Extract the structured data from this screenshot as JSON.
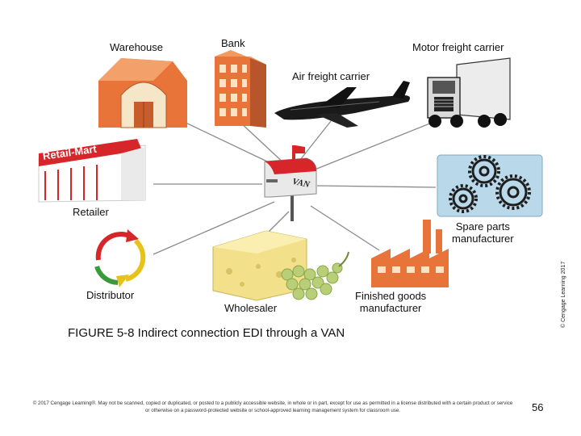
{
  "nodes": {
    "warehouse": "Warehouse",
    "bank": "Bank",
    "motor_freight": "Motor freight carrier",
    "air_freight": "Air freight carrier",
    "retailer": "Retailer",
    "retailer_sign": "Retail-Mart",
    "spare_parts_line1": "Spare parts",
    "spare_parts_line2": "manufacturer",
    "distributor": "Distributor",
    "wholesaler": "Wholesaler",
    "finished_goods_line1": "Finished goods",
    "finished_goods_line2": "manufacturer",
    "van_label": "VAN"
  },
  "caption": "FIGURE 5-8 Indirect connection EDI through a VAN",
  "side_credit": "© Cengage Learning 2017",
  "copyright": "© 2017 Cengage Learning®. May not be scanned, copied or duplicated, or posted to a publicly accessible website, in whole or in part, except for use as permitted in a license distributed with a certain product or service or otherwise on a password-protected website or school-approved learning management system for classroom use.",
  "page_number": "56",
  "colors": {
    "orange": "#e8743a",
    "red": "#d7262a",
    "cheese": "#f2e08a",
    "grape": "#b8cf78",
    "gear_bg": "#b9d9ea",
    "line": "#888888"
  }
}
